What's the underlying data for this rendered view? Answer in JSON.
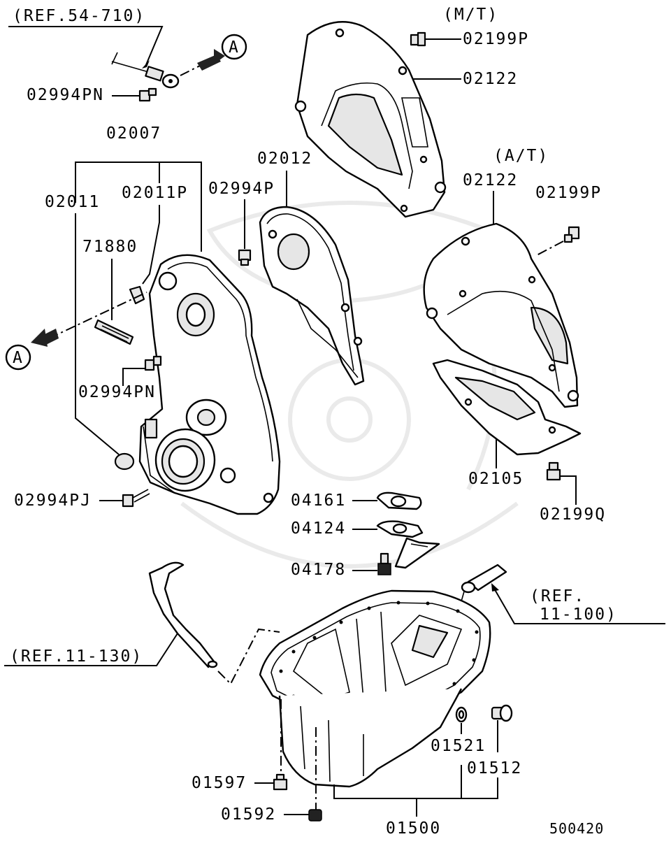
{
  "labels": {
    "ref_54_710": "(REF.54-710)",
    "mt": "(M/T)",
    "at": "(A/T)",
    "p02199P_mt": "02199P",
    "p02122_mt": "02122",
    "p02994PN_top": "02994PN",
    "p02007": "02007",
    "p02012": "02012",
    "p02011": "02011",
    "p02011P": "02011P",
    "p02994P": "02994P",
    "p02122_at": "02122",
    "p02199P_at": "02199P",
    "p71880": "71880",
    "p02994PN_mid": "02994PN",
    "p02994PJ": "02994PJ",
    "p02105": "02105",
    "p02199Q": "02199Q",
    "p04161": "04161",
    "p04124": "04124",
    "p04178": "04178",
    "ref_11_100_a": "(REF.",
    "ref_11_100_b": "11-100)",
    "ref_11_130": "(REF.11-130)",
    "p01521": "01521",
    "p01512": "01512",
    "p01597": "01597",
    "p01592": "01592",
    "p01500": "01500",
    "diagram_no": "500420",
    "callout_a_top": "A",
    "callout_a_left": "A"
  }
}
